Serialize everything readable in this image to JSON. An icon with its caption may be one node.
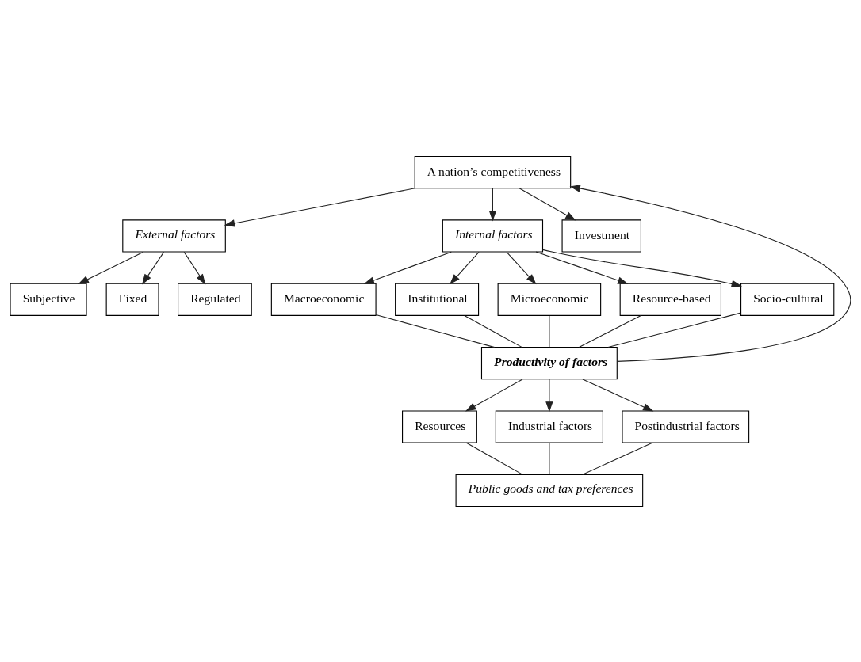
{
  "diagram": {
    "nodes": [
      {
        "text": [
          "A nation’s competitiveness"
        ]
      },
      {
        "text": [
          "External factors"
        ]
      },
      {
        "text": [
          "Internal factors"
        ]
      },
      {
        "text": [
          "Subjective"
        ]
      },
      {
        "text": [
          "Fixed"
        ]
      },
      {
        "text": [
          "Regulated"
        ]
      },
      {
        "text": [
          "Investment"
        ]
      },
      {
        "text": [
          "Macroeconomic"
        ]
      },
      {
        "text": [
          "Institutional"
        ]
      },
      {
        "text": [
          "Microeconomic"
        ]
      },
      {
        "text": [
          "Resource-based"
        ]
      },
      {
        "text": [
          "Socio-cultural"
        ]
      },
      {
        "text": [
          "Productivity of factors"
        ]
      },
      {
        "text": [
          "Resources"
        ]
      },
      {
        "text": [
          "Industrial factors"
        ]
      },
      {
        "text": [
          "Postindustrial factors"
        ]
      },
      {
        "text": [
          "Public goods and tax preferences"
        ]
      }
    ],
    "edges": [
      {
        "from": 0,
        "to": 1,
        "arrow": "to"
      },
      {
        "from": 0,
        "to": 2,
        "arrow": "to"
      },
      {
        "from": 0,
        "to": 6,
        "arrow": "to"
      },
      {
        "from": 1,
        "to": 3,
        "arrow": "to"
      },
      {
        "from": 1,
        "to": 4,
        "arrow": "to"
      },
      {
        "from": 1,
        "to": 5,
        "arrow": "to"
      },
      {
        "from": 2,
        "to": 7,
        "arrow": "to"
      },
      {
        "from": 2,
        "to": 8,
        "arrow": "to"
      },
      {
        "from": 2,
        "to": 9,
        "arrow": "to"
      },
      {
        "from": 2,
        "to": 10,
        "arrow": "to"
      },
      {
        "from": 2,
        "to": 11,
        "arrow": "to"
      },
      {
        "from": 7,
        "to": 12,
        "arrow": "none"
      },
      {
        "from": 8,
        "to": 12,
        "arrow": "none"
      },
      {
        "from": 9,
        "to": 12,
        "arrow": "none"
      },
      {
        "from": 10,
        "to": 12,
        "arrow": "none"
      },
      {
        "from": 11,
        "to": 12,
        "arrow": "none"
      },
      {
        "from": 12,
        "to": 0,
        "arrow": "to"
      },
      {
        "from": 12,
        "to": 13,
        "arrow": "to"
      },
      {
        "from": 12,
        "to": 14,
        "arrow": "to"
      },
      {
        "from": 12,
        "to": 15,
        "arrow": "to"
      },
      {
        "from": 13,
        "to": 16,
        "arrow": "none"
      },
      {
        "from": 14,
        "to": 16,
        "arrow": "none"
      },
      {
        "from": 15,
        "to": 16,
        "arrow": "none"
      }
    ]
  }
}
